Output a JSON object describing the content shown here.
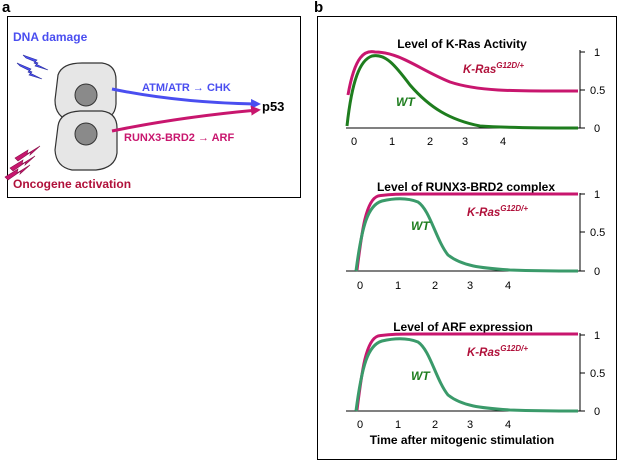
{
  "panel_a": {
    "letter": "a",
    "dna_damage": "DNA damage",
    "atm_atr_chk": "ATM/ATR → CHK",
    "p53": "p53",
    "runx3_arf": "RUNX3-BRD2 → ARF",
    "oncogene_activation": "Oncogene activation"
  },
  "panel_b": {
    "letter": "b",
    "xlabel": "Time after mitogenic stimulation",
    "plots": [
      {
        "title": "Level of K-Ras Activity",
        "mut_label_main": "K-Ras",
        "mut_label_sup": "G12D/+",
        "wt_label": "WT",
        "x_ticks": [
          "0",
          "1",
          "2",
          "3",
          "4"
        ],
        "y_ticks": [
          "1",
          "0.5",
          "0"
        ]
      },
      {
        "title": "Level of RUNX3-BRD2 complex",
        "mut_label_main": "K-Ras",
        "mut_label_sup": "G12D/+",
        "wt_label": "WT",
        "x_ticks": [
          "0",
          "1",
          "2",
          "3",
          "4"
        ],
        "y_ticks": [
          "1",
          "0.5",
          "0"
        ]
      },
      {
        "title": "Level of ARF expression",
        "mut_label_main": "K-Ras",
        "mut_label_sup": "G12D/+",
        "wt_label": "WT",
        "x_ticks": [
          "0",
          "1",
          "2",
          "3",
          "4"
        ],
        "y_ticks": [
          "1",
          "0.5",
          "0"
        ]
      }
    ]
  },
  "colors": {
    "dna_blue": "#4a4ef0",
    "oncogene_magenta": "#c8166e",
    "oncogene_text": "#b0103a",
    "mutant_line": "#c8166e",
    "wt_dark_green": "#1e7d1e",
    "wt_teal_green": "#3a9a6a",
    "mutant_label": "#b0103a"
  }
}
